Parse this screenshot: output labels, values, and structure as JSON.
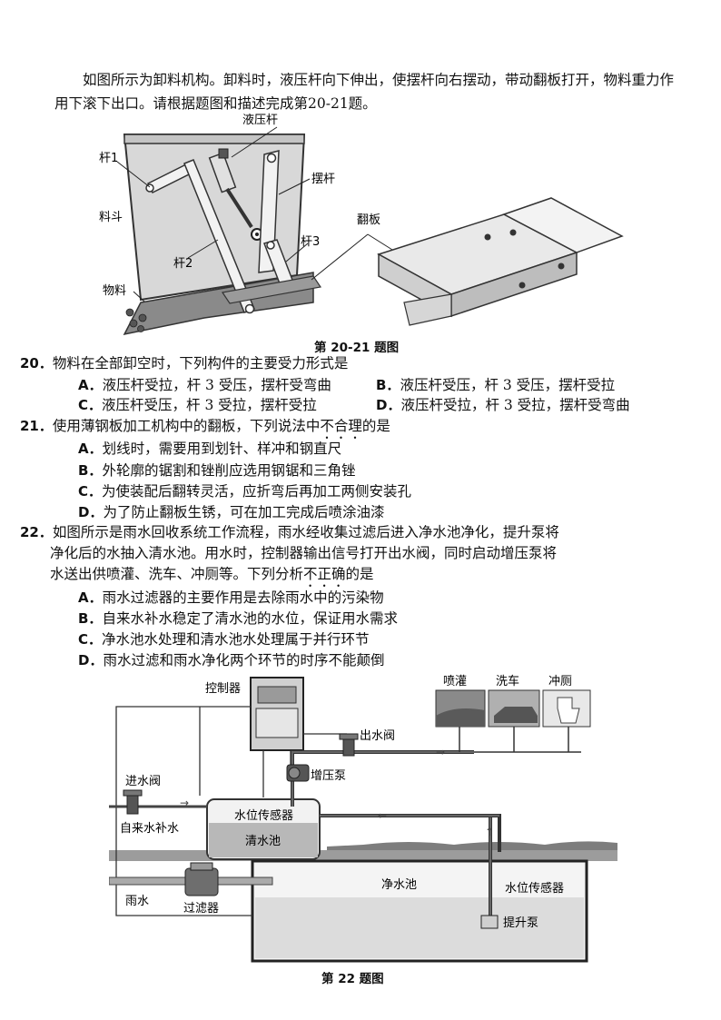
{
  "intro": "如图所示为卸料机构。卸料时，液压杆向下伸出，使摆杆向右摆动，带动翻板打开，物料重力作用下滚下出口。请根据题图和描述完成第20-21题。",
  "fig1": {
    "caption": "第 20-21 题图",
    "labels": {
      "hydraulic_rod": "液压杆",
      "rod1": "杆1",
      "swing_rod": "摆杆",
      "hopper": "料斗",
      "rod3": "杆3",
      "rod2": "杆2",
      "material": "物料",
      "flap": "翻板"
    }
  },
  "q20": {
    "num": "20．",
    "stem": "物料在全部卸空时，下列构件的主要受力形式是",
    "options": [
      {
        "letter": "A．",
        "text": "液压杆受拉，杆 3 受压，摆杆受弯曲"
      },
      {
        "letter": "B．",
        "text": "液压杆受压，杆 3 受压，摆杆受拉"
      },
      {
        "letter": "C．",
        "text": "液压杆受压，杆 3 受拉，摆杆受拉"
      },
      {
        "letter": "D．",
        "text": "液压杆受拉，杆 3 受拉，摆杆受弯曲"
      }
    ]
  },
  "q21": {
    "num": "21．",
    "stem_a": "使用薄钢板加工机构中的翻板，下列说法中",
    "stem_dot": "不合理",
    "stem_b": "的是",
    "options": [
      {
        "letter": "A．",
        "text": "划线时，需要用到划针、样冲和钢直尺"
      },
      {
        "letter": "B．",
        "text": "外轮廓的锯割和锉削应选用钢锯和三角锉"
      },
      {
        "letter": "C．",
        "text": "为使装配后翻转灵活，应折弯后再加工两侧安装孔"
      },
      {
        "letter": "D．",
        "text": "为了防止翻板生锈，可在加工完成后喷涂油漆"
      }
    ]
  },
  "q22": {
    "num": "22．",
    "stem_l1": "如图所示是雨水回收系统工作流程，雨水经收集过滤后进入净水池净化，提升泵将",
    "stem_l2": "净化后的水抽入清水池。用水时，控制器输出信号打开出水阀，同时启动增压泵将",
    "stem_l3a": "水送出供喷灌、洗车、冲厕等。下列分析",
    "stem_l3dot": "不正确",
    "stem_l3b": "的是",
    "options": [
      {
        "letter": "A．",
        "text": "雨水过滤器的主要作用是去除雨水中的污染物"
      },
      {
        "letter": "B．",
        "text": "自来水补水稳定了清水池的水位，保证用水需求"
      },
      {
        "letter": "C．",
        "text": "净水池水处理和清水池水处理属于并行环节"
      },
      {
        "letter": "D．",
        "text": "雨水过滤和雨水净化两个环节的时序不能颠倒"
      }
    ]
  },
  "fig2": {
    "caption": "第 22 题图",
    "labels": {
      "controller": "控制器",
      "outlet_valve": "出水阀",
      "booster_pump": "增压泵",
      "inlet_valve": "进水阀",
      "tap_supply": "自来水补水",
      "level_sensor_1": "水位传感器",
      "clear_pool": "清水池",
      "rain": "雨水",
      "filter": "过滤器",
      "purify_pool": "净水池",
      "level_sensor_2": "水位传感器",
      "lift_pump": "提升泵",
      "sprinkler": "喷灌",
      "car_wash": "洗车",
      "toilet": "冲厕"
    }
  }
}
